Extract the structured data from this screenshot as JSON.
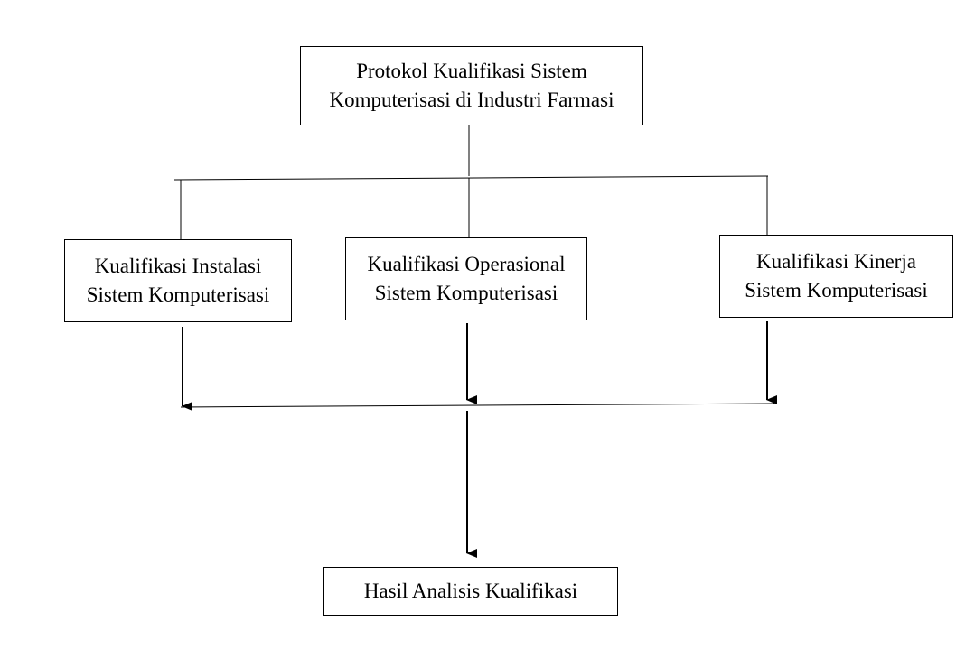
{
  "diagram": {
    "nodes": {
      "protocol": {
        "line1": "Protokol Kualifikasi Sistem",
        "line2": "Komputerisasi di Industri Farmasi"
      },
      "installation": {
        "line1": "Kualifikasi Instalasi",
        "line2": "Sistem Komputerisasi"
      },
      "operational": {
        "line1": "Kualifikasi Operasional",
        "line2": "Sistem Komputerisasi"
      },
      "performance": {
        "line1": "Kualifikasi Kinerja",
        "line2": "Sistem Komputerisasi"
      },
      "result": {
        "line1": "Hasil Analisis Kualifikasi"
      }
    },
    "edges": [
      {
        "from": "protocol",
        "to": "installation",
        "arrow": false
      },
      {
        "from": "protocol",
        "to": "operational",
        "arrow": false
      },
      {
        "from": "protocol",
        "to": "performance",
        "arrow": false
      },
      {
        "from": "installation",
        "to": "result",
        "arrow": true
      },
      {
        "from": "operational",
        "to": "result",
        "arrow": true
      },
      {
        "from": "performance",
        "to": "result",
        "arrow": true
      }
    ],
    "line_color": "#000000"
  }
}
